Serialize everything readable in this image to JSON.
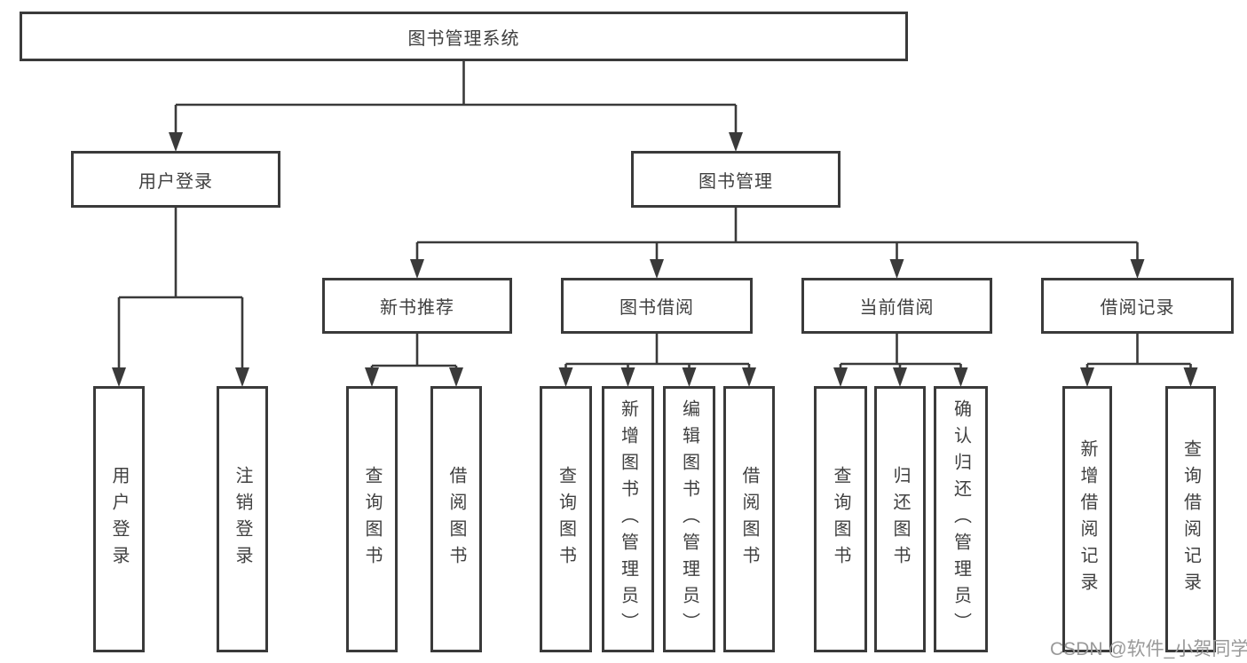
{
  "diagram": {
    "title": "图书管理系统",
    "nodes": [
      {
        "id": "root",
        "label": "图书管理系统",
        "orientation": "horizontal",
        "children": [
          "user-login",
          "book-mgmt"
        ]
      },
      {
        "id": "user-login",
        "label": "用户登录",
        "orientation": "horizontal",
        "children": [
          "leaf-user-login",
          "leaf-logout"
        ]
      },
      {
        "id": "book-mgmt",
        "label": "图书管理",
        "orientation": "horizontal",
        "children": [
          "new-book-rec",
          "book-borrow",
          "current-borrow",
          "borrow-records"
        ]
      },
      {
        "id": "new-book-rec",
        "label": "新书推荐",
        "orientation": "horizontal",
        "children": [
          "leaf-query-book-1",
          "leaf-borrow-book-1"
        ]
      },
      {
        "id": "book-borrow",
        "label": "图书借阅",
        "orientation": "horizontal",
        "children": [
          "leaf-query-book-2",
          "leaf-add-book",
          "leaf-edit-book",
          "leaf-borrow-book-2"
        ]
      },
      {
        "id": "current-borrow",
        "label": "当前借阅",
        "orientation": "horizontal",
        "children": [
          "leaf-query-book-3",
          "leaf-return-book",
          "leaf-confirm-return"
        ]
      },
      {
        "id": "borrow-records",
        "label": "借阅记录",
        "orientation": "horizontal",
        "children": [
          "leaf-add-record",
          "leaf-query-record"
        ]
      },
      {
        "id": "leaf-user-login",
        "label": "用户登录",
        "orientation": "vertical",
        "children": []
      },
      {
        "id": "leaf-logout",
        "label": "注销登录",
        "orientation": "vertical",
        "children": []
      },
      {
        "id": "leaf-query-book-1",
        "label": "查询图书",
        "orientation": "vertical",
        "children": []
      },
      {
        "id": "leaf-borrow-book-1",
        "label": "借阅图书",
        "orientation": "vertical",
        "children": []
      },
      {
        "id": "leaf-query-book-2",
        "label": "查询图书",
        "orientation": "vertical",
        "children": []
      },
      {
        "id": "leaf-add-book",
        "label": "新增图书（管理员）",
        "orientation": "vertical",
        "children": []
      },
      {
        "id": "leaf-edit-book",
        "label": "编辑图书（管理员）",
        "orientation": "vertical",
        "children": []
      },
      {
        "id": "leaf-borrow-book-2",
        "label": "借阅图书",
        "orientation": "vertical",
        "children": []
      },
      {
        "id": "leaf-query-book-3",
        "label": "查询图书",
        "orientation": "vertical",
        "children": []
      },
      {
        "id": "leaf-return-book",
        "label": "归还图书",
        "orientation": "vertical",
        "children": []
      },
      {
        "id": "leaf-confirm-return",
        "label": "确认归还（管理员）",
        "orientation": "vertical",
        "children": []
      },
      {
        "id": "leaf-add-record",
        "label": "新增借阅记录",
        "orientation": "vertical",
        "children": []
      },
      {
        "id": "leaf-query-record",
        "label": "查询借阅记录",
        "orientation": "vertical",
        "children": []
      }
    ]
  },
  "watermark": {
    "text": "CSDN @软件_小贺同学"
  },
  "colors": {
    "line": "#3a3a3a",
    "border": "#3a3a3a",
    "text": "#404040",
    "watermark": "#999999",
    "background": "#ffffff"
  }
}
